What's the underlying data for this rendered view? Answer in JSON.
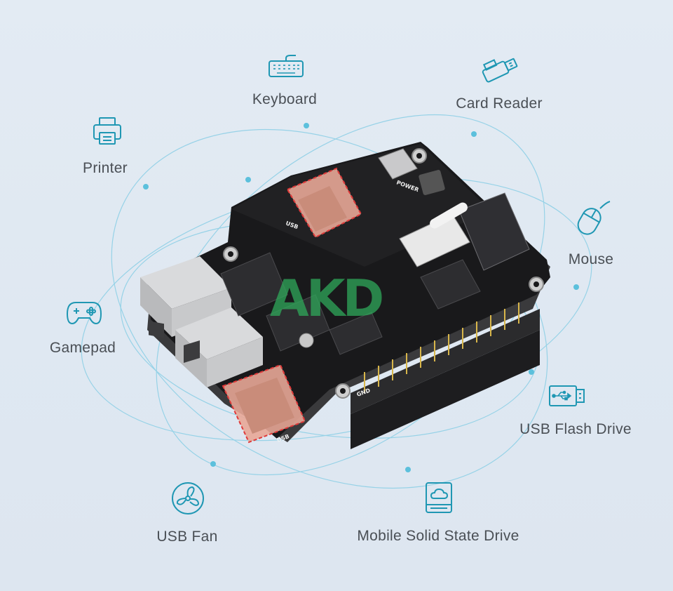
{
  "colors": {
    "accent": "#1f97b3",
    "orbit": "#8fd0e6",
    "text": "#4a4f55",
    "highlight": "#e03a3a"
  },
  "devices": [
    {
      "id": "keyboard",
      "label": "Keyboard",
      "icon": "keyboard-icon"
    },
    {
      "id": "card-reader",
      "label": "Card Reader",
      "icon": "card-reader-icon"
    },
    {
      "id": "printer",
      "label": "Printer",
      "icon": "printer-icon"
    },
    {
      "id": "mouse",
      "label": "Mouse",
      "icon": "mouse-icon"
    },
    {
      "id": "gamepad",
      "label": "Gamepad",
      "icon": "gamepad-icon"
    },
    {
      "id": "usb-flash-drive",
      "label": "USB Flash Drive",
      "icon": "usb-flash-drive-icon"
    },
    {
      "id": "usb-fan",
      "label": "USB Fan",
      "icon": "fan-icon"
    },
    {
      "id": "mobile-ssd",
      "label": "Mobile Solid State Drive",
      "icon": "ssd-icon"
    }
  ],
  "board": {
    "silk_power": "POWER",
    "silk_usb_top": "USB",
    "silk_usb_bottom": "USB",
    "silk_gnd": "GND",
    "watermark": "AKD"
  }
}
